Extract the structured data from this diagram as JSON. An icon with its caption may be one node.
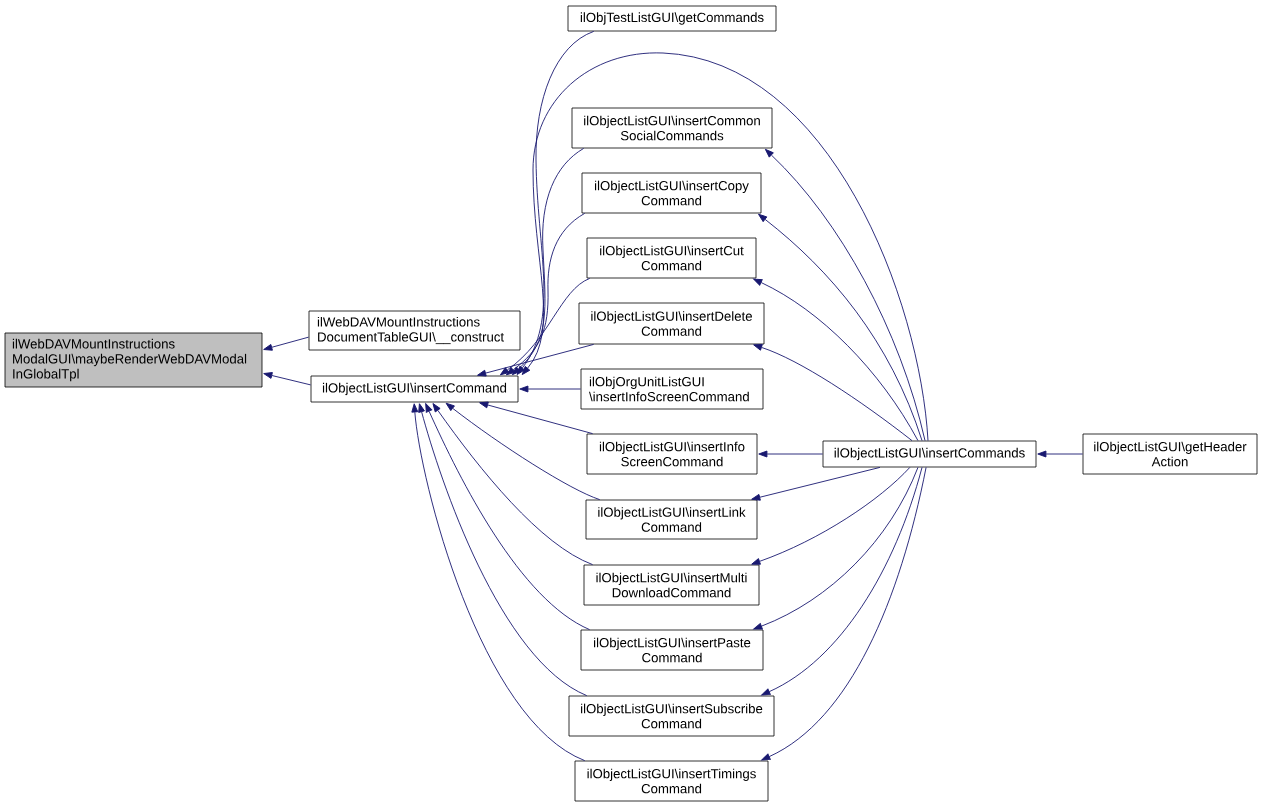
{
  "diagram": {
    "nodes": [
      {
        "text": [
          "ilWebDAVMountInstructions ModalGUI\\maybeRenderWebDAVModal InGlobalTpl"
        ]
      },
      {
        "text": [
          "ilWebDAVMountInstructions DocumentTableGUI\\__construct"
        ]
      },
      {
        "text": [
          "ilObjectListGUI\\insertCommand"
        ]
      },
      {
        "text": [
          "ilObjTestListGUI\\getCommands"
        ]
      },
      {
        "text": [
          "ilObjectListGUI\\insertCommon SocialCommands"
        ]
      },
      {
        "text": [
          "ilObjectListGUI\\insertCopy Command"
        ]
      },
      {
        "text": [
          "ilObjectListGUI\\insertCut Command"
        ]
      },
      {
        "text": [
          "ilObjectListGUI\\insertDelete Command"
        ]
      },
      {
        "text": [
          "ilObjOrgUnitListGUI \\insertInfoScreenCommand"
        ]
      },
      {
        "text": [
          "ilObjectListGUI\\insertInfo ScreenCommand"
        ]
      },
      {
        "text": [
          "ilObjectListGUI\\insertLink Command"
        ]
      },
      {
        "text": [
          "ilObjectListGUI\\insertMulti DownloadCommand"
        ]
      },
      {
        "text": [
          "ilObjectListGUI\\insertPaste Command"
        ]
      },
      {
        "text": [
          "ilObjectListGUI\\insertSubscribe Command"
        ]
      },
      {
        "text": [
          "ilObjectListGUI\\insertTimings Command"
        ]
      },
      {
        "text": [
          "ilObjectListGUI\\insertCommands"
        ]
      },
      {
        "text": [
          "ilObjectListGUI\\getHeader Action"
        ]
      }
    ],
    "edges": [
      {
        "from": 1,
        "to": 0,
        "arrow": "to"
      },
      {
        "from": 2,
        "to": 0,
        "arrow": "to"
      },
      {
        "from": 3,
        "to": 2,
        "arrow": "to"
      },
      {
        "from": 4,
        "to": 2,
        "arrow": "to"
      },
      {
        "from": 5,
        "to": 2,
        "arrow": "to"
      },
      {
        "from": 6,
        "to": 2,
        "arrow": "to"
      },
      {
        "from": 7,
        "to": 2,
        "arrow": "to"
      },
      {
        "from": 8,
        "to": 2,
        "arrow": "to"
      },
      {
        "from": 9,
        "to": 2,
        "arrow": "to"
      },
      {
        "from": 10,
        "to": 2,
        "arrow": "to"
      },
      {
        "from": 11,
        "to": 2,
        "arrow": "to"
      },
      {
        "from": 12,
        "to": 2,
        "arrow": "to"
      },
      {
        "from": 13,
        "to": 2,
        "arrow": "to"
      },
      {
        "from": 14,
        "to": 2,
        "arrow": "to"
      },
      {
        "from": 15,
        "to": 2,
        "arrow": "to"
      },
      {
        "from": 15,
        "to": 4,
        "arrow": "to"
      },
      {
        "from": 15,
        "to": 5,
        "arrow": "to"
      },
      {
        "from": 15,
        "to": 6,
        "arrow": "to"
      },
      {
        "from": 15,
        "to": 7,
        "arrow": "to"
      },
      {
        "from": 15,
        "to": 9,
        "arrow": "to"
      },
      {
        "from": 15,
        "to": 10,
        "arrow": "to"
      },
      {
        "from": 15,
        "to": 11,
        "arrow": "to"
      },
      {
        "from": 15,
        "to": 12,
        "arrow": "to"
      },
      {
        "from": 15,
        "to": 13,
        "arrow": "to"
      },
      {
        "from": 15,
        "to": 14,
        "arrow": "to"
      },
      {
        "from": 16,
        "to": 15,
        "arrow": "to"
      }
    ]
  }
}
